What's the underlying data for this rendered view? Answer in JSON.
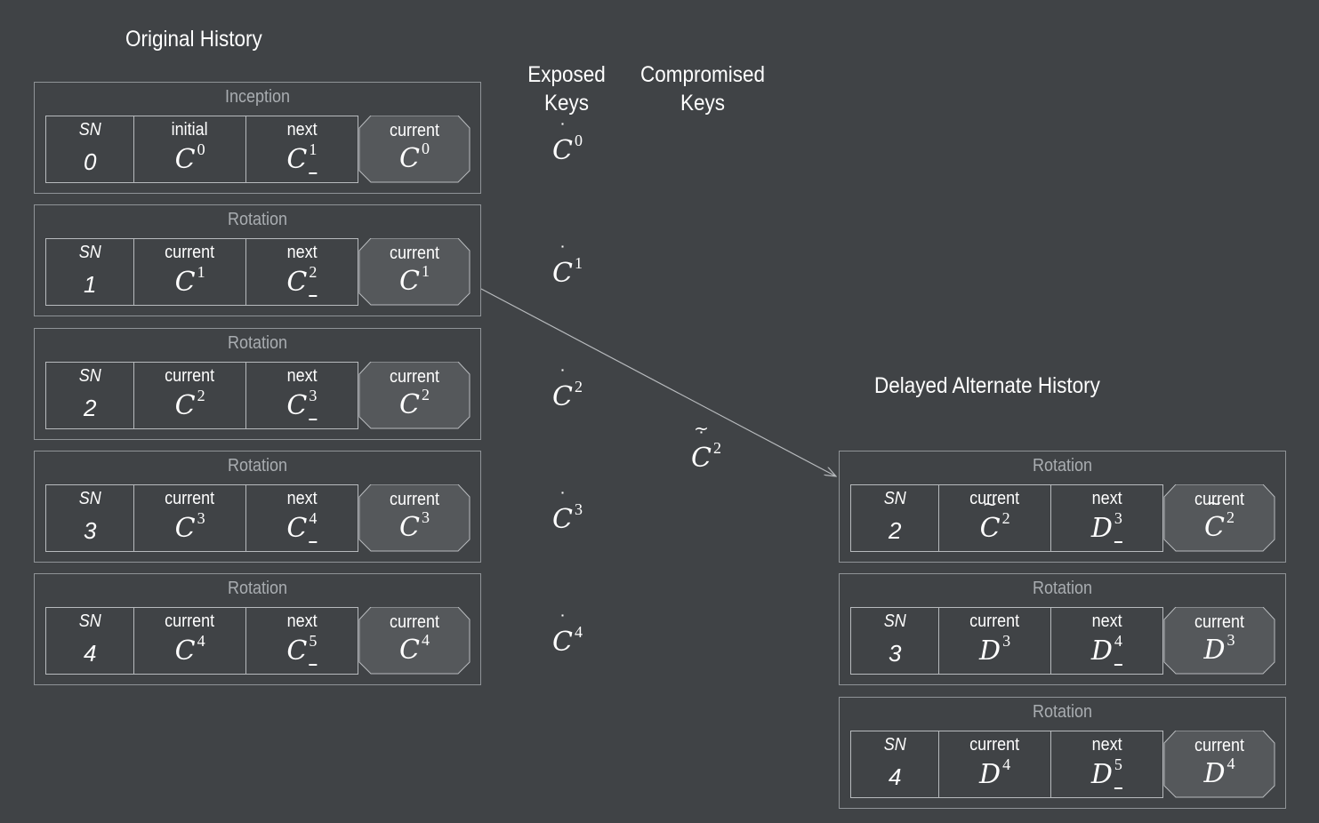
{
  "headings": {
    "original": "Original History",
    "exposed": [
      "Exposed",
      "Keys"
    ],
    "compromised": [
      "Compromised",
      "Keys"
    ],
    "alternate": "Delayed Alternate History"
  },
  "original_events": [
    {
      "type": "Inception",
      "sn_label": "SN",
      "sn": "0",
      "col2_label": "initial",
      "col2_key": {
        "letter": "C",
        "sup": "0"
      },
      "next_label": "next",
      "next_key": {
        "letter": "C",
        "sup": "1"
      },
      "current_label": "current",
      "current_key": {
        "letter": "C",
        "sup": "0"
      }
    },
    {
      "type": "Rotation",
      "sn_label": "SN",
      "sn": "1",
      "col2_label": "current",
      "col2_key": {
        "letter": "C",
        "sup": "1"
      },
      "next_label": "next",
      "next_key": {
        "letter": "C",
        "sup": "2"
      },
      "current_label": "current",
      "current_key": {
        "letter": "C",
        "sup": "1"
      }
    },
    {
      "type": "Rotation",
      "sn_label": "SN",
      "sn": "2",
      "col2_label": "current",
      "col2_key": {
        "letter": "C",
        "sup": "2"
      },
      "next_label": "next",
      "next_key": {
        "letter": "C",
        "sup": "3"
      },
      "current_label": "current",
      "current_key": {
        "letter": "C",
        "sup": "2"
      }
    },
    {
      "type": "Rotation",
      "sn_label": "SN",
      "sn": "3",
      "col2_label": "current",
      "col2_key": {
        "letter": "C",
        "sup": "3"
      },
      "next_label": "next",
      "next_key": {
        "letter": "C",
        "sup": "4"
      },
      "current_label": "current",
      "current_key": {
        "letter": "C",
        "sup": "3"
      }
    },
    {
      "type": "Rotation",
      "sn_label": "SN",
      "sn": "4",
      "col2_label": "current",
      "col2_key": {
        "letter": "C",
        "sup": "4"
      },
      "next_label": "next",
      "next_key": {
        "letter": "C",
        "sup": "5"
      },
      "current_label": "current",
      "current_key": {
        "letter": "C",
        "sup": "4"
      }
    }
  ],
  "exposed_keys": [
    {
      "letter": "C",
      "sup": "0"
    },
    {
      "letter": "C",
      "sup": "1"
    },
    {
      "letter": "C",
      "sup": "2"
    },
    {
      "letter": "C",
      "sup": "3"
    },
    {
      "letter": "C",
      "sup": "4"
    }
  ],
  "compromised_key": {
    "letter": "C",
    "sup": "2"
  },
  "alternate_events": [
    {
      "type": "Rotation",
      "sn_label": "SN",
      "sn": "2",
      "col2_label": "current",
      "col2_key": {
        "letter": "C",
        "sup": "2",
        "tilde": true
      },
      "next_label": "next",
      "next_key": {
        "letter": "D",
        "sup": "3"
      },
      "current_label": "current",
      "current_key": {
        "letter": "C",
        "sup": "2",
        "tilde": true
      }
    },
    {
      "type": "Rotation",
      "sn_label": "SN",
      "sn": "3",
      "col2_label": "current",
      "col2_key": {
        "letter": "D",
        "sup": "3"
      },
      "next_label": "next",
      "next_key": {
        "letter": "D",
        "sup": "4"
      },
      "current_label": "current",
      "current_key": {
        "letter": "D",
        "sup": "3"
      }
    },
    {
      "type": "Rotation",
      "sn_label": "SN",
      "sn": "4",
      "col2_label": "current",
      "col2_key": {
        "letter": "D",
        "sup": "4"
      },
      "next_label": "next",
      "next_key": {
        "letter": "D",
        "sup": "5"
      },
      "current_label": "current",
      "current_key": {
        "letter": "D",
        "sup": "4"
      }
    }
  ],
  "colors": {
    "background": "#404346",
    "box_border": "#8f9397",
    "hex_fill": "#55585b",
    "title_text": "#a9adb1"
  }
}
